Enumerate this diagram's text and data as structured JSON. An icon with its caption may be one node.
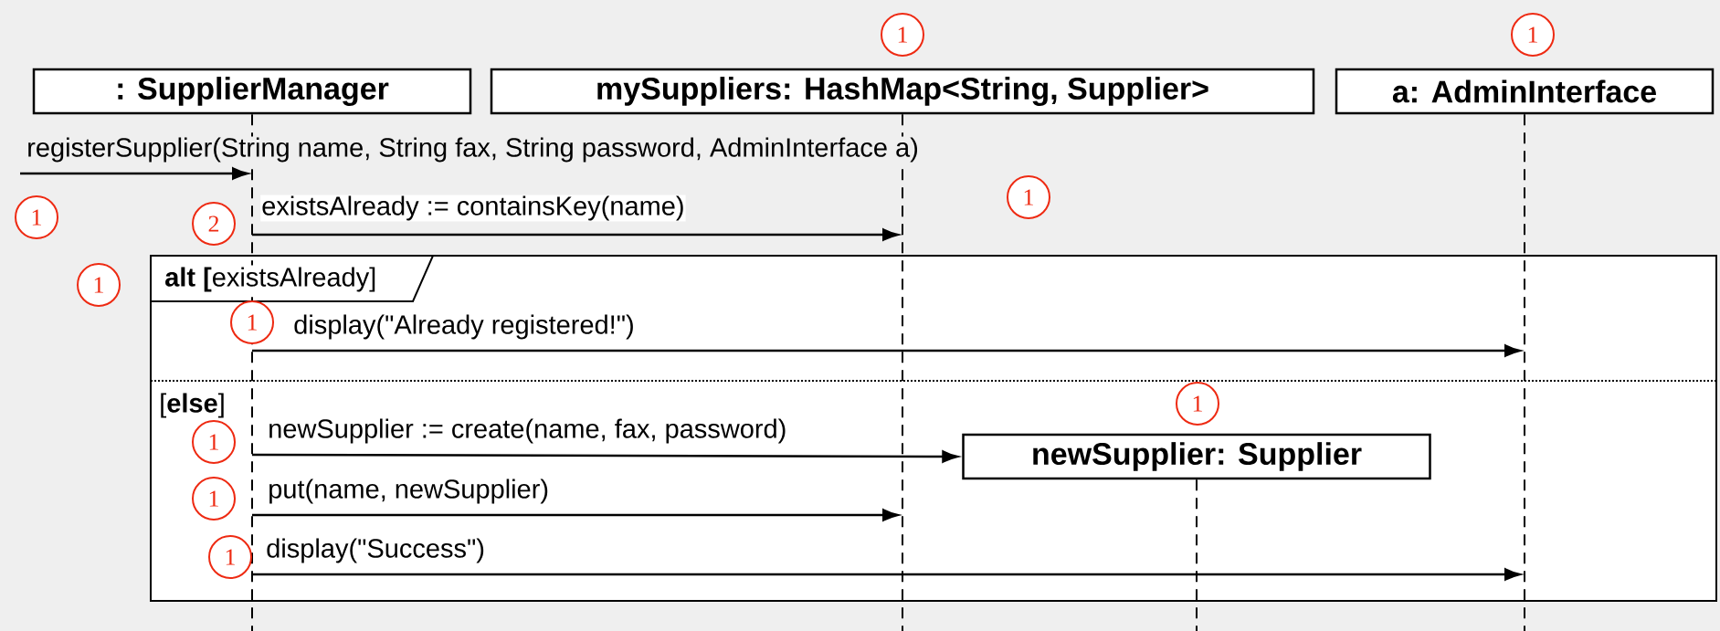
{
  "diagram": {
    "nodes": [
      {
        "text": [
          ": SupplierManager"
        ]
      },
      {
        "text": [
          "mySuppliers: HashMap<String, Supplier>"
        ]
      },
      {
        "text": [
          "a: AdminInterface"
        ]
      },
      {
        "text": [
          "newSupplier: Supplier"
        ]
      },
      {
        "text": [],
        "shape": "line"
      },
      {
        "text": [],
        "shape": "line"
      },
      {
        "text": [],
        "shape": "line"
      },
      {
        "text": [],
        "shape": "line"
      }
    ],
    "edges": [
      {
        "from": null,
        "to": 4,
        "arrow": "to",
        "label": "registerSupplier(String name, String fax, String password, AdminInterface a)"
      },
      {
        "from": 4,
        "to": 5,
        "arrow": "to",
        "label": "existsAlready := containsKey(name)"
      },
      {
        "from": 4,
        "to": 7,
        "arrow": "to",
        "label": "display(\"Already registered!\")"
      },
      {
        "from": 4,
        "to": 3,
        "arrow": "to",
        "label": "newSupplier := create(name, fax, password)"
      },
      {
        "from": 4,
        "to": 5,
        "arrow": "to",
        "label": "put(name, newSupplier)"
      },
      {
        "from": 4,
        "to": 7,
        "arrow": "to",
        "label": "display(\"Success\")"
      }
    ],
    "labels": [
      "1",
      "1",
      "1",
      "1",
      "2",
      "1",
      "**alt [**existsAlready]",
      "1",
      "[**else**]",
      "1",
      "1",
      "1",
      "1"
    ]
  }
}
